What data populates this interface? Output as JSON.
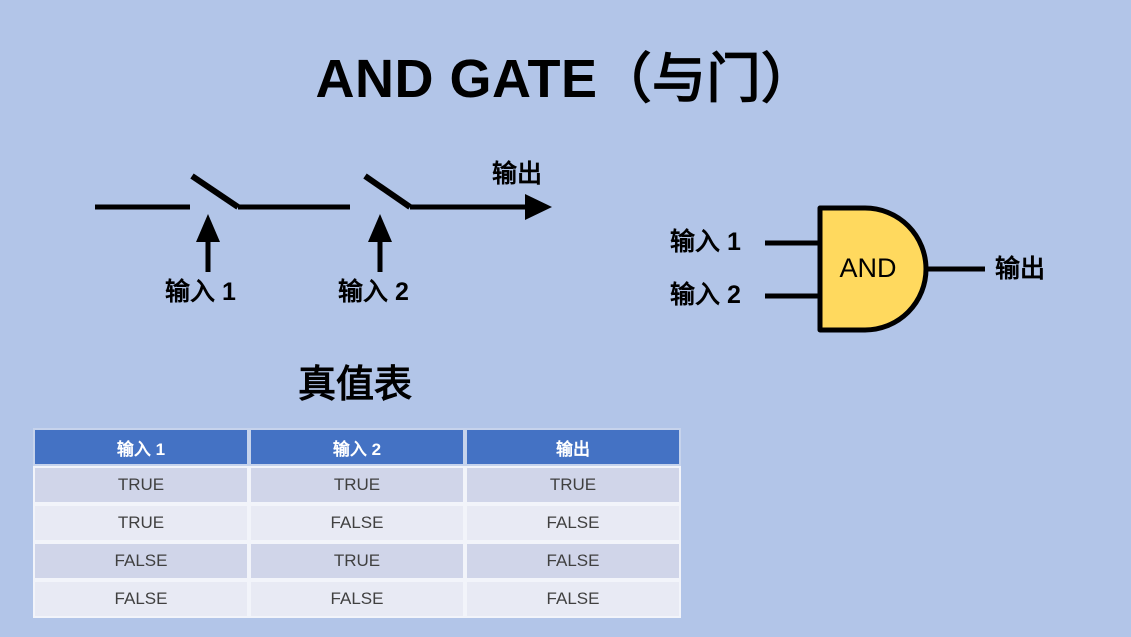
{
  "slide": {
    "title": "AND GATE（与门）",
    "background_color": "#b2c5e8"
  },
  "switch_diagram": {
    "name": "series-switch-circuit",
    "input1_label": "输入 1",
    "input2_label": "输入 2",
    "output_label": "输出",
    "line_color": "#000000"
  },
  "gate_diagram": {
    "name": "and-gate-symbol",
    "gate_text": "AND",
    "input1_label": "输入 1",
    "input2_label": "输入 2",
    "output_label": "输出",
    "fill_color": "#ffd95e",
    "stroke_color": "#000000"
  },
  "truth_table": {
    "title": "真值表",
    "header_color": "#4472c4",
    "row_odd_color": "#d0d5e9",
    "row_even_color": "#e8eaf4",
    "columns": [
      "输入 1",
      "输入 2",
      "输出"
    ],
    "rows": [
      [
        "TRUE",
        "TRUE",
        "TRUE"
      ],
      [
        "TRUE",
        "FALSE",
        "FALSE"
      ],
      [
        "FALSE",
        "TRUE",
        "FALSE"
      ],
      [
        "FALSE",
        "FALSE",
        "FALSE"
      ]
    ]
  }
}
